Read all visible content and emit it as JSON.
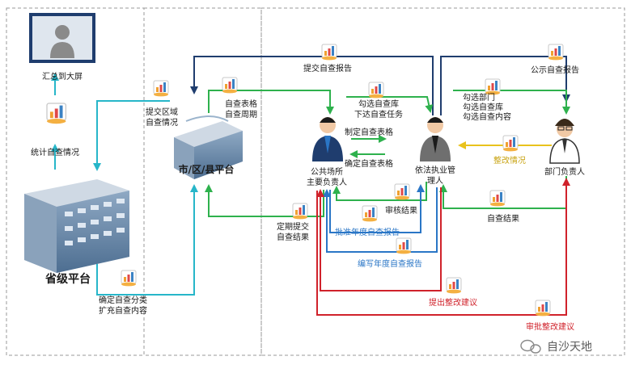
{
  "colors": {
    "navy": "#1f3d6e",
    "green": "#2eb14d",
    "teal": "#27b6c9",
    "yellow": "#e9c21c",
    "red": "#d0222b",
    "blue": "#2a76c6",
    "dash": "#9a9a9a"
  },
  "labels": {
    "screen": "汇总到大屏",
    "stats": "统计自查情况",
    "province": "省级平台",
    "confirm_category_1": "确定自查分类",
    "confirm_category_2": "扩充自查内容",
    "submit_region_1": "提交区域",
    "submit_region_2": "自查情况",
    "city_platform": "市/区/县平台",
    "form_1": "自查表格",
    "form_2": "自查周期",
    "submit_report": "提交自查报告",
    "select_lib_1": "勾选自查库",
    "select_lib_2": "下达自查任务",
    "public_owner_1": "公共场所",
    "public_owner_2": "主要负责人",
    "make_form": "制定自查表格",
    "confirm_form": "确定自查表格",
    "enforcement_1": "依法执业管",
    "enforcement_2": "理人",
    "publish_report": "公示自查报告",
    "select_dept_1": "勾选部门",
    "select_dept_2": "勾选自查库",
    "select_dept_3": "勾选自查内容",
    "rectify_status": "整改情况",
    "dept_owner": "部门负责人",
    "self_result": "自查结果",
    "review_result": "审核结果",
    "periodic_1": "定期提交",
    "periodic_2": "自查结果",
    "approve_annual": "批准年度自查报告",
    "write_annual": "编写年度自查报告",
    "propose_rectify": "提出整改建议",
    "approve_rectify": "审批整改建议",
    "watermark": "自沙天地"
  },
  "icons": {
    "chat": "wechat-icon"
  }
}
